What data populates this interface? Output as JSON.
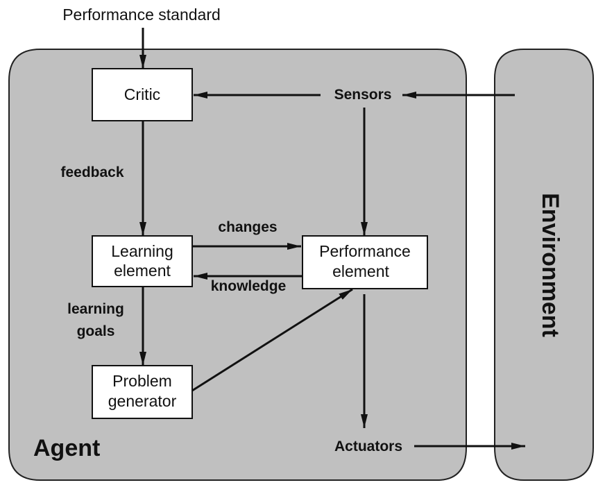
{
  "diagram": {
    "performance_standard": "Performance standard",
    "agent_label": "Agent",
    "environment_label": "Environment",
    "sensors": "Sensors",
    "actuators": "Actuators",
    "boxes": {
      "critic": [
        "Critic"
      ],
      "learning_element": [
        "Learning",
        "element"
      ],
      "performance_element": [
        "Performance",
        "element"
      ],
      "problem_generator": [
        "Problem",
        "generator"
      ]
    },
    "edges": {
      "feedback": "feedback",
      "changes": "changes",
      "knowledge": "knowledge",
      "learning_goals": [
        "learning",
        "goals"
      ]
    },
    "colors": {
      "region_fill": "#c0c0c0",
      "box_fill": "#ffffff",
      "line": "#111111"
    }
  }
}
